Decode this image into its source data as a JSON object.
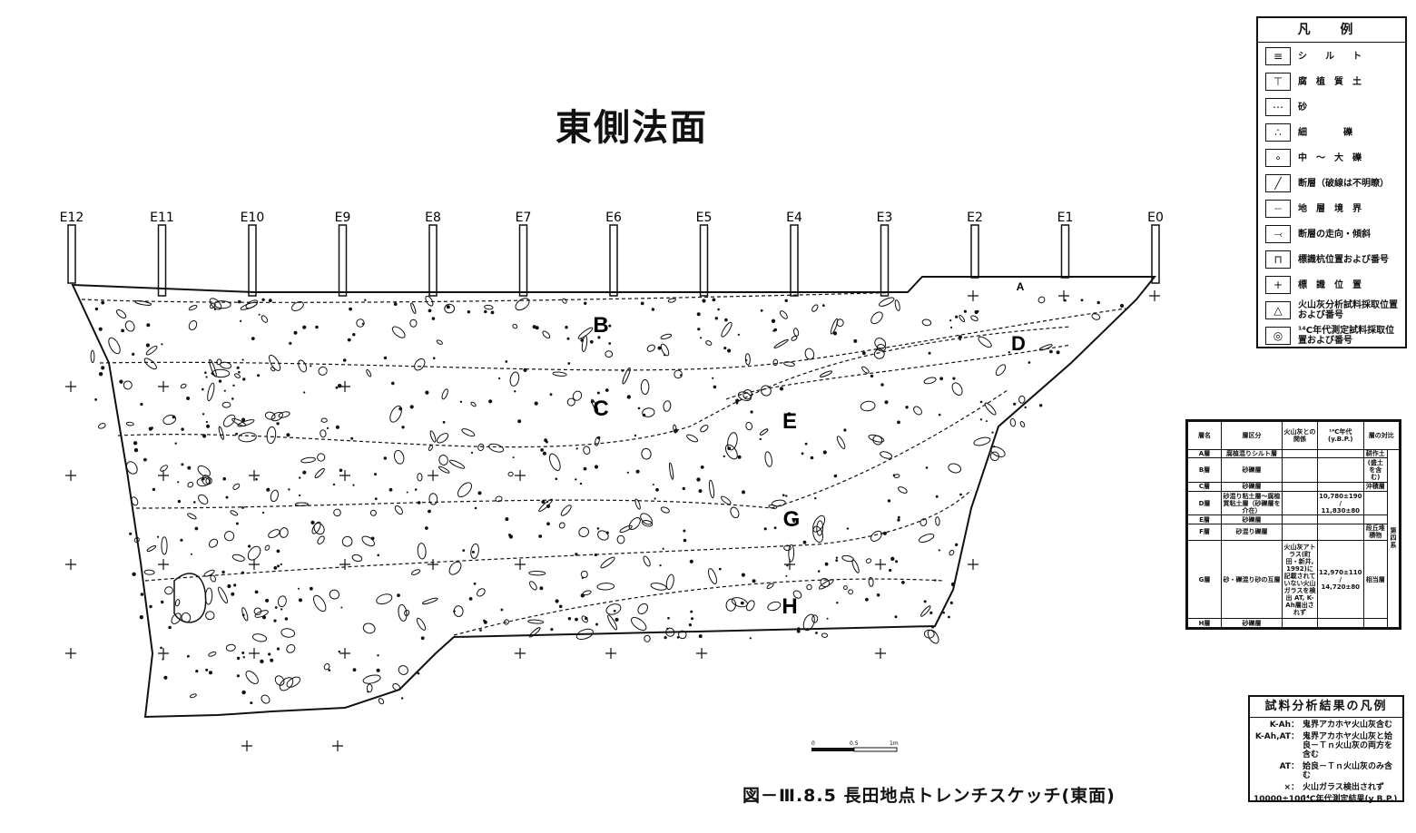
{
  "title": "東側法面",
  "caption": "図－Ⅲ.8.5 長田地点トレンチスケッチ(東面)",
  "stakes": [
    "E12",
    "E11",
    "E10",
    "E9",
    "E8",
    "E7",
    "E6",
    "E5",
    "E4",
    "E3",
    "E2",
    "E1",
    "E0"
  ],
  "layers": [
    "A",
    "B",
    "C",
    "D",
    "E",
    "G",
    "H"
  ],
  "legend": {
    "title": "凡 例",
    "items": [
      {
        "icon": "silt-icon",
        "label": "シ　　ル　　ト"
      },
      {
        "icon": "humic-soil-icon",
        "label": "腐　植　質　土"
      },
      {
        "icon": "sand-icon",
        "label": "砂"
      },
      {
        "icon": "fine-gravel-icon",
        "label": "細　　　　礫"
      },
      {
        "icon": "medium-large-gravel-icon",
        "label": "中　～　大　礫"
      },
      {
        "icon": "fault-icon",
        "label": "断層（破線は不明瞭）"
      },
      {
        "icon": "layer-boundary-icon",
        "label": "地　層　境　界"
      },
      {
        "icon": "strike-dip-icon",
        "label": "断層の走向・傾斜"
      },
      {
        "icon": "stake-icon",
        "label": "標識杭位置および番号"
      },
      {
        "icon": "marker-cross-icon",
        "label": "標　識　位　置"
      },
      {
        "icon": "triangle-icon",
        "label": "火山灰分析試料採取位置および番号"
      },
      {
        "icon": "double-circle-icon",
        "label": "¹⁴C年代測定試料採取位置および番号"
      }
    ]
  },
  "strat_table": {
    "headers": [
      "層名",
      "層区分",
      "火山灰との関係",
      "¹⁴C年代 (y.B.P.)",
      "層の対比"
    ],
    "rows": [
      {
        "name": "A層",
        "desc": "腐植混りシルト層",
        "ash": "",
        "c14": "",
        "corr": "耕作土"
      },
      {
        "name": "B層",
        "desc": "砂礫層",
        "ash": "",
        "c14": "",
        "corr": "(盛土を含む)"
      },
      {
        "name": "C層",
        "desc": "砂礫層",
        "ash": "",
        "c14": "",
        "corr": "沖積層"
      },
      {
        "name": "D層",
        "desc": "砂混り粘土層～腐植質粘土層（砂礫層を介在）",
        "ash": "",
        "c14": "10,780±190 / 11,830±80",
        "corr": ""
      },
      {
        "name": "E層",
        "desc": "砂礫層",
        "ash": "",
        "c14": "",
        "corr": ""
      },
      {
        "name": "F層",
        "desc": "砂混り礫層",
        "ash": "",
        "c14": "",
        "corr": "段丘堆積物"
      },
      {
        "name": "G層",
        "desc": "砂・礫混り砂の互層",
        "ash": "火山灰アトラス(町田・新井, 1992)に記載されていない火山ガラスを検出 AT, K-Ah層出されず",
        "c14": "12,970±110 / 14,720±80",
        "corr": "相当層"
      },
      {
        "name": "H層",
        "desc": "砂礫層",
        "ash": "",
        "c14": "",
        "corr": ""
      }
    ],
    "side": "第四系"
  },
  "results": {
    "title": "試料分析結果の凡例",
    "rows": [
      {
        "key": "K-Ah：",
        "text": "鬼界アカホヤ火山灰含む"
      },
      {
        "key": "K-Ah,AT：",
        "text": "鬼界アカホヤ火山灰と姶良－Ｔｎ火山灰の両方を含む"
      },
      {
        "key": "AT：",
        "text": "姶良－Ｔｎ火山灰のみ含む"
      },
      {
        "key": "×：",
        "text": "火山ガラス検出されず"
      },
      {
        "key": "10000±100：",
        "text": "¹⁴C年代測定結果(y B.P.)"
      }
    ]
  },
  "scale": {
    "ticks": [
      "0",
      "0.5",
      "1m"
    ]
  }
}
